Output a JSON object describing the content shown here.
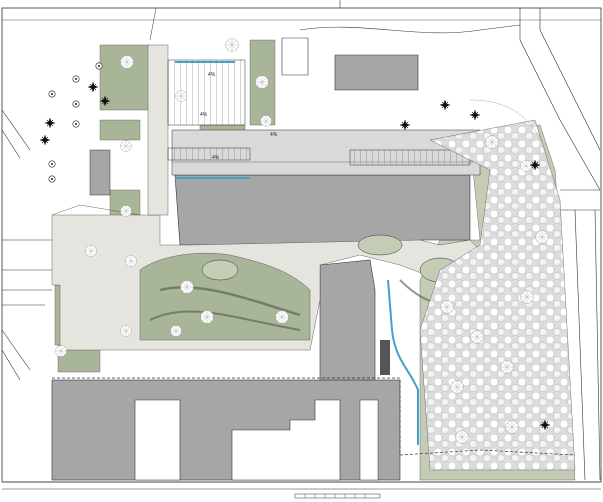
{
  "plan": {
    "slope_labels": [
      "4%",
      "4%",
      "4%",
      "4%"
    ]
  },
  "colors": {
    "lawn": "#a9b598",
    "lawn_light": "#c4ccb5",
    "building": "#a6a6a6",
    "paving": "#d9d9d9",
    "plaza": "#e6e4df",
    "water": "#43a2c9",
    "tree_canopy": "#ffffff",
    "tree_dark": "#1a1a1a",
    "linework": "#333333"
  },
  "icons": [
    "deciduous-tree-icon",
    "evergreen-shrub-icon",
    "dark-tree-symbol-icon"
  ]
}
